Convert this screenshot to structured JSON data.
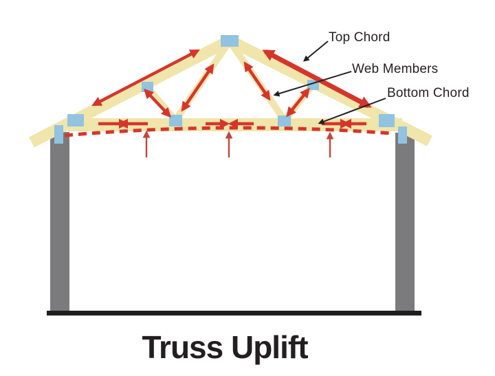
{
  "diagram": {
    "title": "Truss Uplift",
    "labels": {
      "top_chord": "Top Chord",
      "web_members": "Web Members",
      "bottom_chord": "Bottom Chord"
    }
  },
  "colors": {
    "background": "#FFFFFF",
    "truss_wood": "#F0E5AB",
    "gusset_plate_blue": "#92C3E0",
    "force_arrow_red": "#D6352B",
    "uplift_arrow_red": "#C5443B",
    "wall_gray": "#7B7B7D",
    "floor_black": "#1E1E1E",
    "text": "#231F20"
  }
}
